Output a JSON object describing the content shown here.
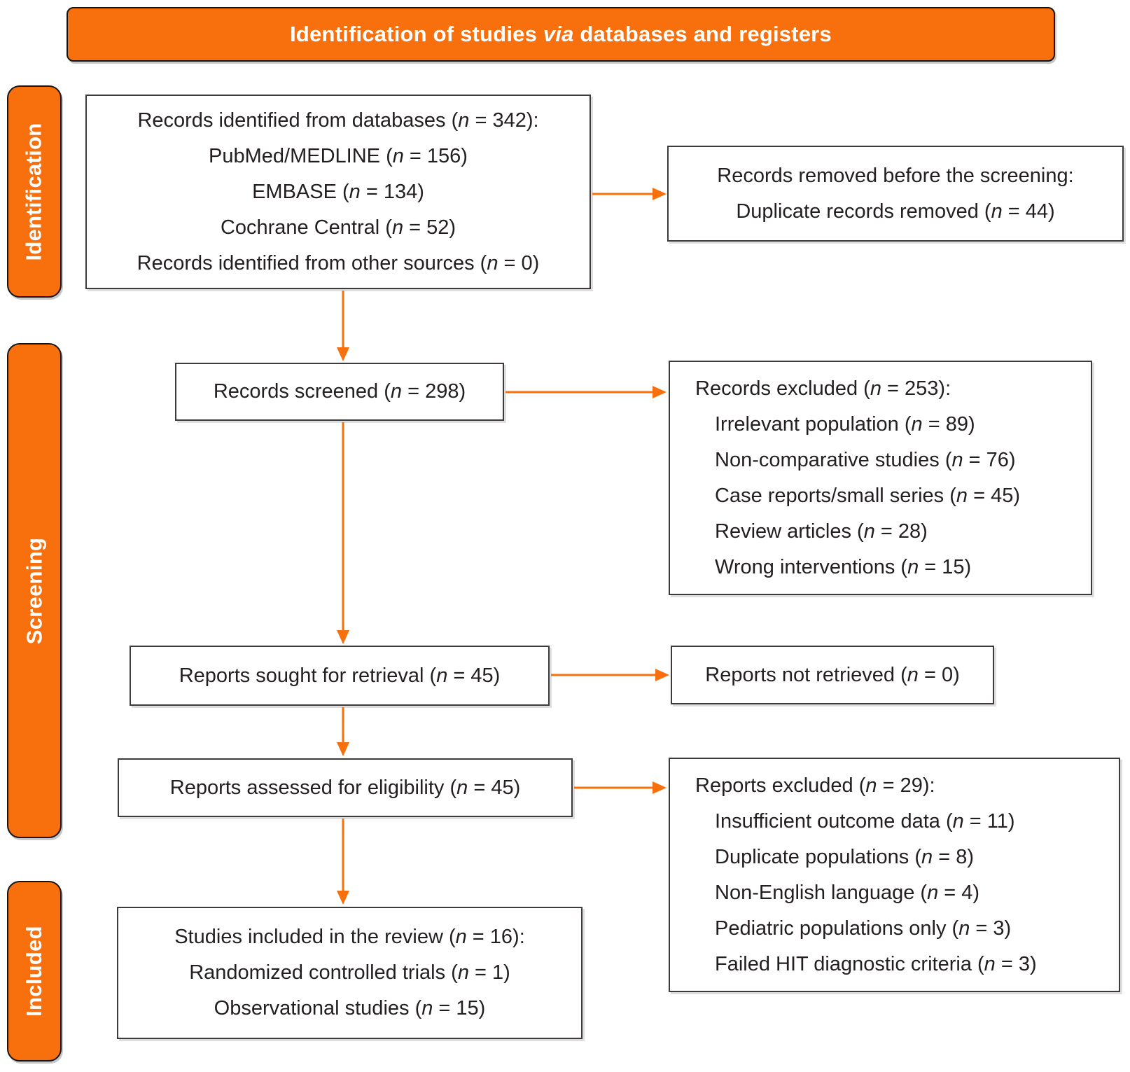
{
  "title": "Identification of studies via databases and registers",
  "colors": {
    "accent_orange": "#F8700D",
    "box_border": "#3E3A39",
    "text_color": "#231F20"
  },
  "stages": [
    {
      "label": "Identification"
    },
    {
      "label": "Screening"
    },
    {
      "label": "Included"
    }
  ],
  "boxes": {
    "records_identified": {
      "lines": [
        "Records identified from databases (n = 342):",
        "PubMed/MEDLINE (n = 156)",
        "EMBASE (n = 134)",
        "Cochrane Central (n = 52)",
        "Records identified from other sources (n = 0)"
      ]
    },
    "records_removed": {
      "lines": [
        "Records removed before the screening:",
        "Duplicate records removed (n = 44)"
      ]
    },
    "records_screened": {
      "lines": [
        "Records screened (n = 298)"
      ]
    },
    "records_excluded": {
      "lines": [
        "Records excluded (n = 253):",
        "Irrelevant population (n = 89)",
        "Non-comparative studies (n = 76)",
        "Case reports/small series (n = 45)",
        "Review articles (n = 28)",
        "Wrong interventions (n = 15)"
      ]
    },
    "reports_sought": {
      "lines": [
        "Reports sought for retrieval (n = 45)"
      ]
    },
    "reports_not_retrieved": {
      "lines": [
        "Reports not retrieved (n = 0)"
      ]
    },
    "reports_assessed": {
      "lines": [
        "Reports assessed for eligibility (n = 45)"
      ]
    },
    "reports_excluded": {
      "lines": [
        "Reports excluded (n = 29):",
        "Insufficient outcome data (n = 11)",
        "Duplicate populations (n = 8)",
        "Non-English language (n = 4)",
        "Pediatric populations only (n = 3)",
        "Failed HIT diagnostic criteria (n = 3)"
      ]
    },
    "studies_included": {
      "lines": [
        "Studies included in the review (n = 16):",
        "Randomized controlled trials (n = 1)",
        "Observational studies (n = 15)"
      ]
    }
  }
}
